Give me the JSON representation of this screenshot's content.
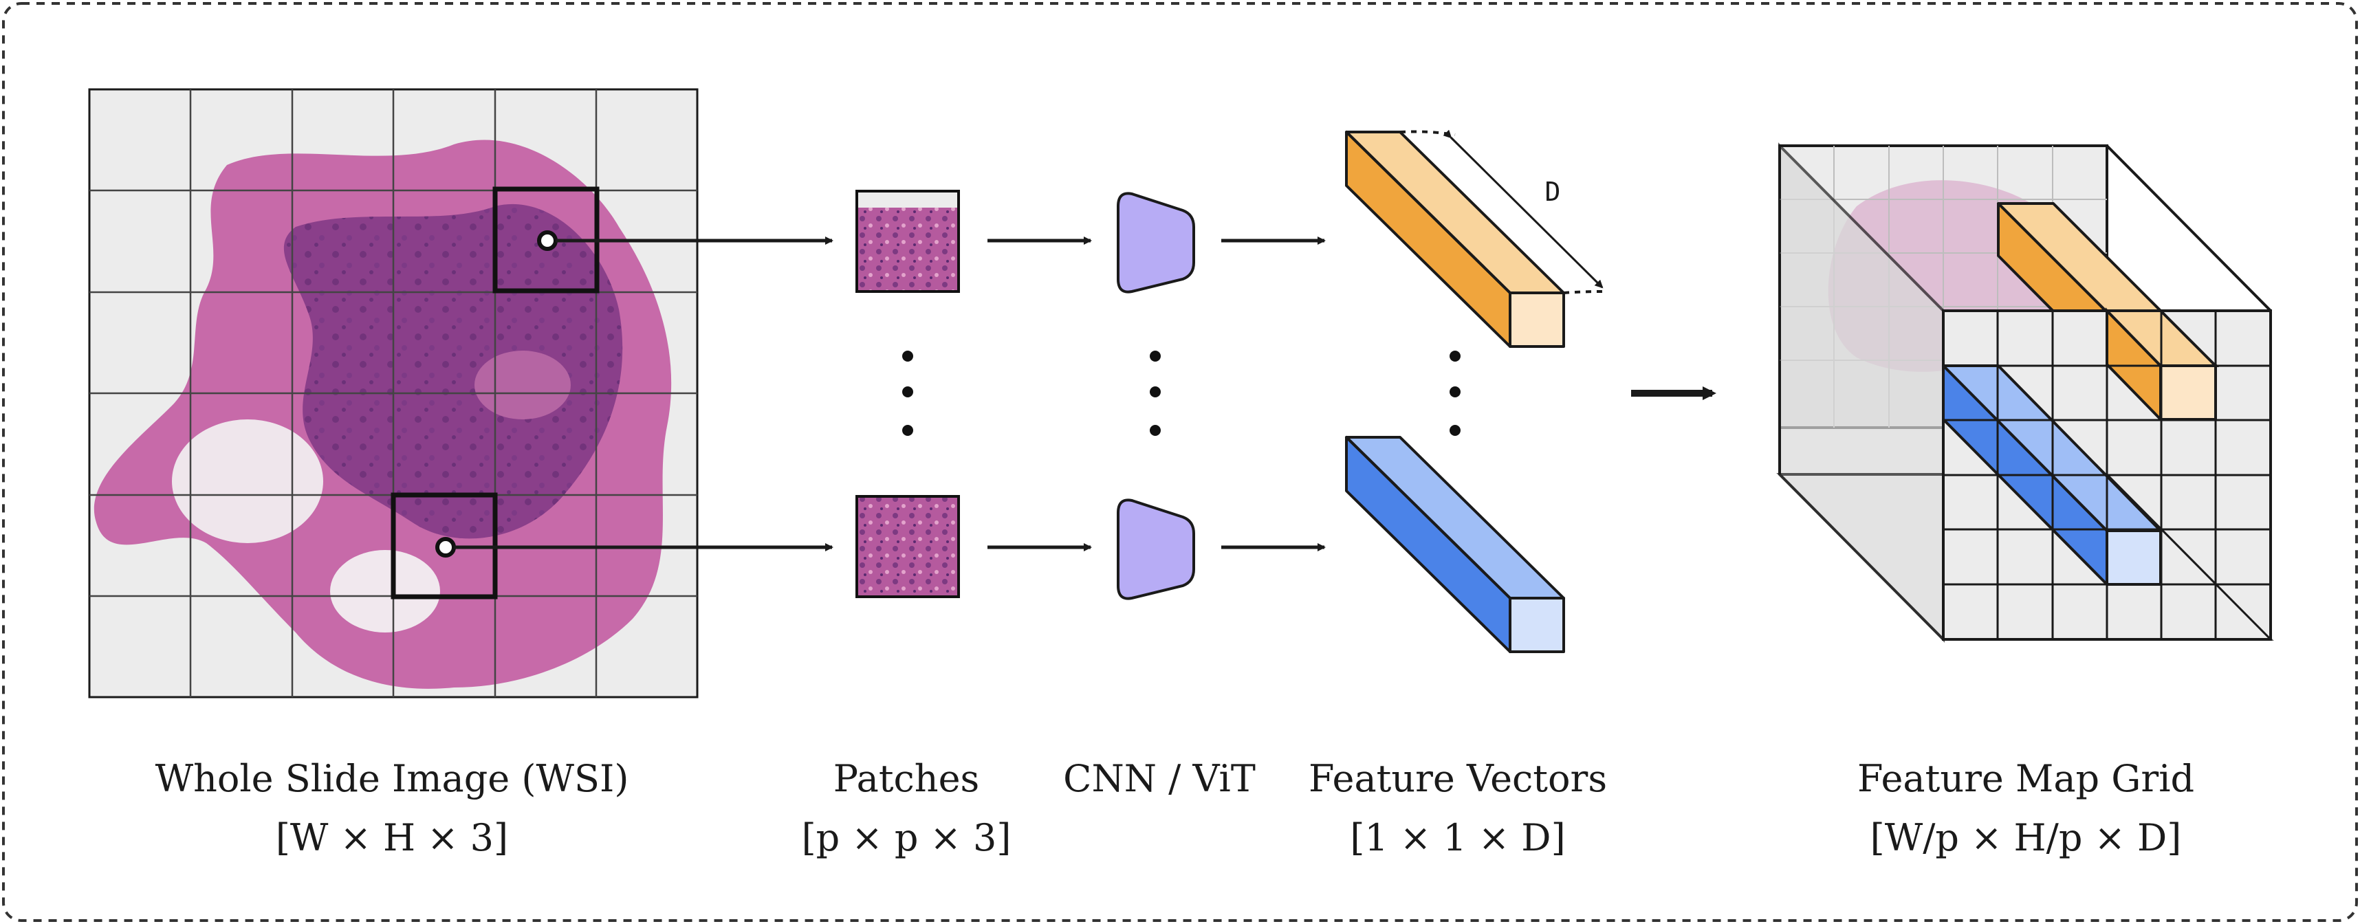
{
  "labels": {
    "wsi": {
      "title": "Whole Slide Image (WSI)",
      "dims": "[W × H × 3]"
    },
    "patches": {
      "title": "Patches",
      "dims": "[p × p × 3]"
    },
    "encoder": {
      "title": "CNN / ViT"
    },
    "features": {
      "title": "Feature Vectors",
      "dims": "[1 × 1 × D]"
    },
    "grid": {
      "title": "Feature Map Grid",
      "dims": "[W/p × H/p × D]"
    }
  },
  "dimension_label": "D",
  "colors": {
    "tissue_dark": "#8a3f8a",
    "tissue_light": "#c76aa9",
    "background": "#ececec",
    "encoder": "#b7acf5",
    "orange_front": "#f0a53d",
    "orange_top": "#f9d49c",
    "orange_end": "#fde6c7",
    "blue_front": "#4b83e8",
    "blue_top": "#9fbef6",
    "blue_end": "#d4e2fb",
    "stroke": "#1a1a1a"
  }
}
